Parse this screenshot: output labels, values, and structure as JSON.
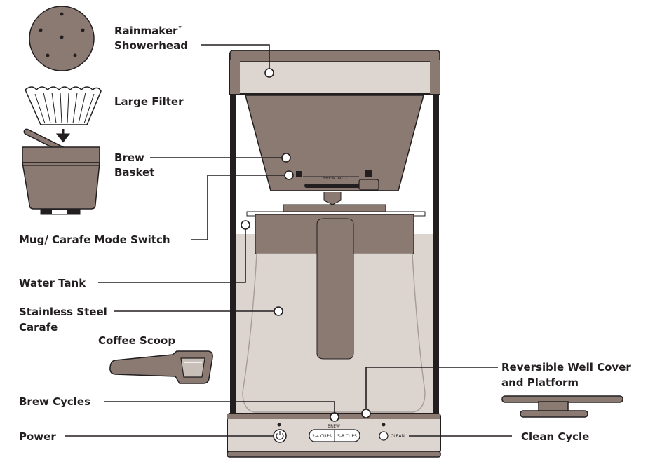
{
  "labels": {
    "showerhead_line1": "Rainmaker",
    "showerhead_tm": "™",
    "showerhead_line2": "Showerhead",
    "filter": "Large Filter",
    "basket_line1": "Brew",
    "basket_line2": "Basket",
    "mode_switch": "Mug/ Carafe Mode Switch",
    "water_tank": "Water Tank",
    "carafe_line1": "Stainless Steel",
    "carafe_line2": "Carafe",
    "scoop": "Coffee Scoop",
    "brew_cycles": "Brew Cycles",
    "power": "Power",
    "well_cover_line1": "Reversible Well Cover",
    "well_cover_line2": "and Platform",
    "clean_cycle": "Clean Cycle"
  },
  "device_text": {
    "brew_into": "BREW INTO",
    "brew": "BREW",
    "cups_small": "2-4 CUPS",
    "cups_large": "5-8 CUPS",
    "clean": "CLEAN"
  },
  "colors": {
    "ink": "#231f20",
    "brown": "#8a7a72",
    "light": "#ddd5d0",
    "water": "#dcd4cf",
    "white": "#ffffff"
  }
}
